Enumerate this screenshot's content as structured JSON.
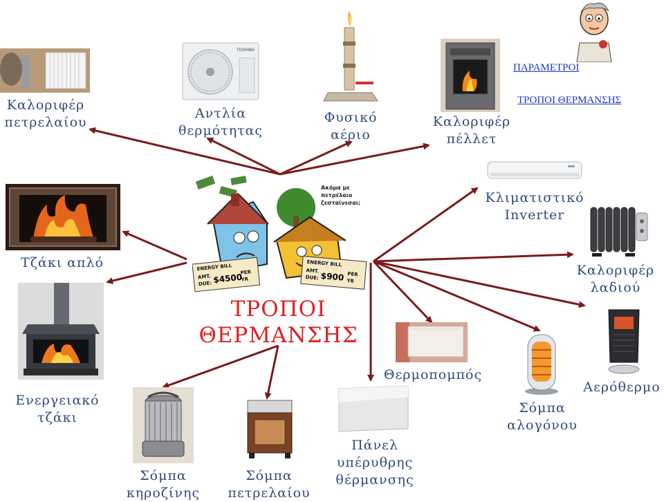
{
  "title": [
    "ΤΡΟΠΟΙ",
    "ΘΕΡΜΑΝΣΗΣ"
  ],
  "links": {
    "parameters": "ΠΑΡΑΜΕΤΡΟΙ",
    "heating_methods": "ΤΡΟΠΟΙ ΘΕΡΜΑΝΣΗΣ"
  },
  "cartoon": {
    "speech": [
      "Ακόμα με",
      "πετρέλαιο",
      "ζεσταίνεσαι;"
    ],
    "bill_1": [
      "ENERGY BILL",
      "AMT.",
      "DUE:",
      "$4500",
      "PER",
      "YR"
    ],
    "bill_2": [
      "ENERGY BILL",
      "AMT.",
      "DUE:",
      "$900",
      "PER",
      "YR"
    ]
  },
  "brands": {
    "heat_pump": "TOSHIBA"
  },
  "labels": {
    "oil_radiator": [
      "Καλοριφέρ",
      "πετρελαίου"
    ],
    "heat_pump": [
      "Αντλία",
      "θερμότητας"
    ],
    "natural_gas": [
      "Φυσικό",
      "αέριο"
    ],
    "pellet_radiator": [
      "Καλοριφέρ",
      "πέλλετ"
    ],
    "ac_inverter": [
      "Κλιματιστικό",
      "Inverter"
    ],
    "oil_filled_radiator": [
      "Καλοριφέρ",
      "λαδιού"
    ],
    "fireplace": [
      "Τζάκι απλό"
    ],
    "energy_fireplace": [
      "Ενεργειακό",
      "τζάκι"
    ],
    "convector": [
      "Θερμοπομπός"
    ],
    "fan_heater": [
      "Αερόθερμο"
    ],
    "halogen_stove": [
      "Σόμπα",
      "αλογόνου"
    ],
    "infrared_panel": [
      "Πάνελ",
      "υπέρυθρης",
      "θέρμανσης"
    ],
    "kerosene_stove": [
      "Σόμπα",
      "κηροζίνης"
    ],
    "oil_stove": [
      "Σόμπα",
      "πετρελαίου"
    ]
  },
  "colors": {
    "arrow": "#7a1a1a",
    "label": "#2f4a7a",
    "title": "#e02020",
    "link": "#1d36c9"
  }
}
